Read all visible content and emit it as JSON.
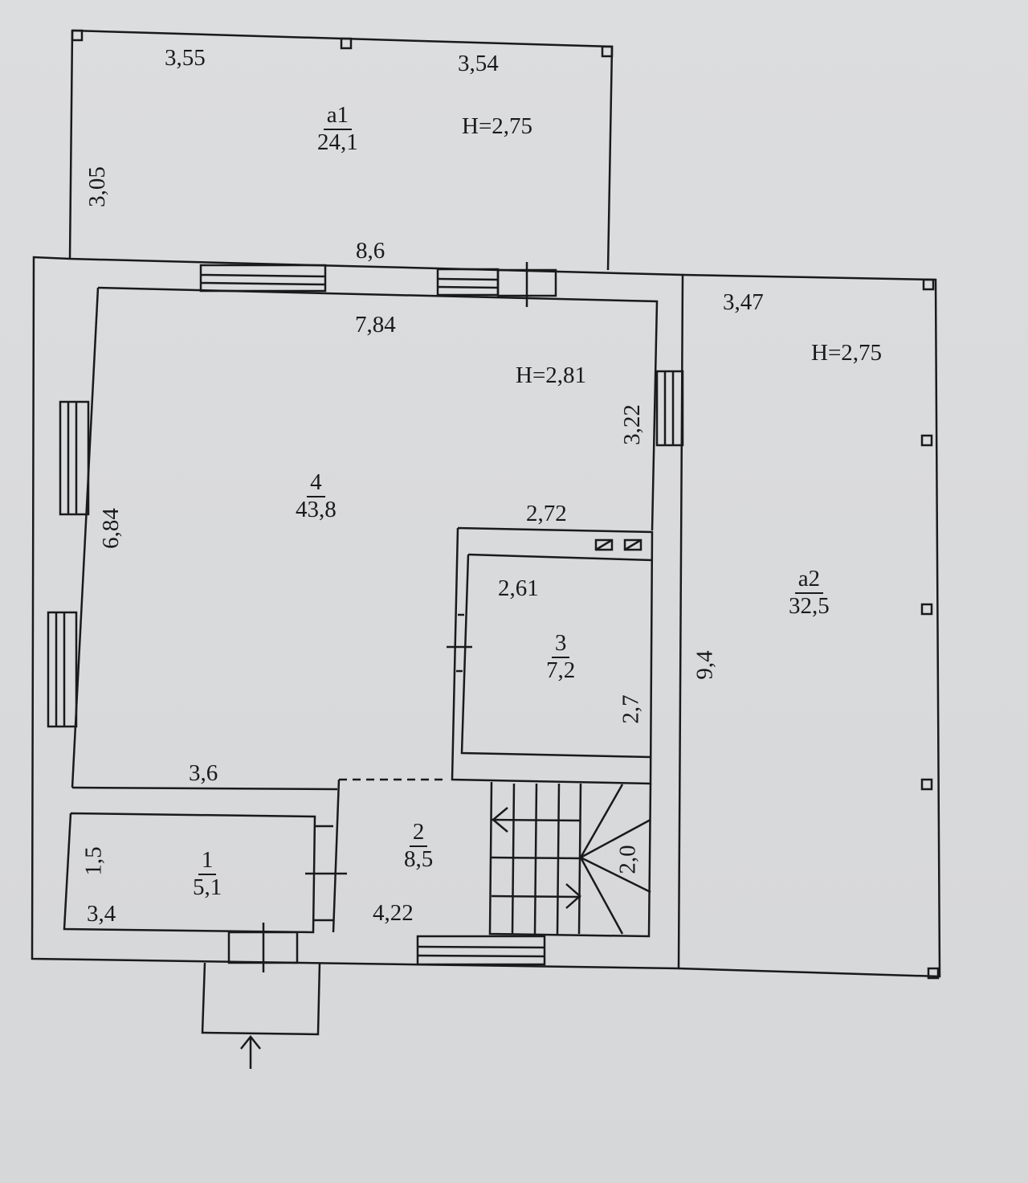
{
  "plan": {
    "rooms": [
      {
        "id": "a1",
        "area": "24,1",
        "height": "H=2,75"
      },
      {
        "id": "4",
        "area": "43,8",
        "height": "H=2,81"
      },
      {
        "id": "a2",
        "area": "32,5",
        "height": "H=2,75"
      },
      {
        "id": "3",
        "area": "7,2"
      },
      {
        "id": "1",
        "area": "5,1"
      },
      {
        "id": "2",
        "area": "8,5"
      }
    ],
    "dimensions": {
      "a1_top_left": "3,55",
      "a1_top_right": "3,54",
      "a1_left": "3,05",
      "a1_bottom": "8,6",
      "r4_top": "7,84",
      "r4_right": "3,22",
      "r4_left": "6,84",
      "r4_bottom": "3,6",
      "closet_top": "2,72",
      "r3_top": "2,61",
      "r3_right": "2,7",
      "a2_top": "3,47",
      "a2_left": "9,4",
      "r1_left": "1,5",
      "r1_bottom": "3,4",
      "r2_bottom": "4,22",
      "stair": "2,0"
    }
  }
}
